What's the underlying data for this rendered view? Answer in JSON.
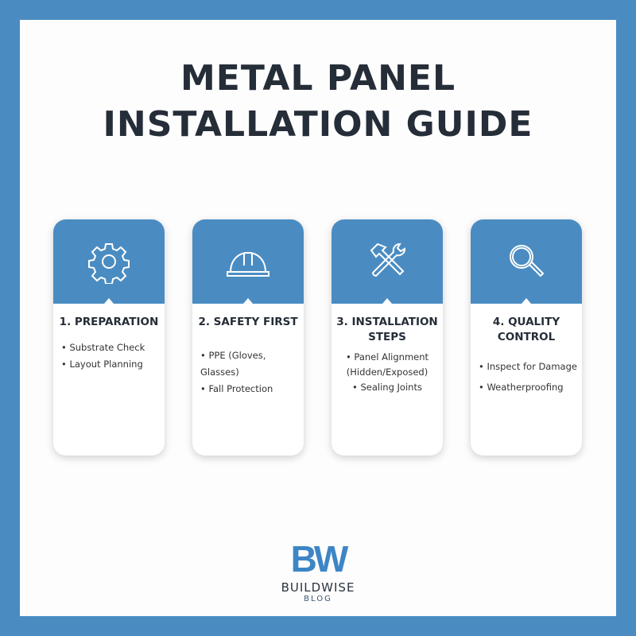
{
  "title": {
    "line1": "METAL PANEL",
    "line2": "INSTALLATION GUIDE"
  },
  "cards": [
    {
      "icon": "gear-icon",
      "heading": "1. PREPARATION",
      "items": [
        "Substrate Check",
        "Layout Planning"
      ]
    },
    {
      "icon": "hard-hat-icon",
      "heading": "2. SAFETY FIRST",
      "items": [
        "PPE (Gloves, Glasses)",
        "Fall Protection"
      ]
    },
    {
      "icon": "hammer-wrench-icon",
      "heading": "3. INSTALLATION STEPS",
      "items": [
        "Panel Alignment (Hidden/Exposed)",
        "Sealing Joints"
      ]
    },
    {
      "icon": "magnifier-icon",
      "heading": "4. QUALITY CONTROL",
      "items": [
        "Inspect for Damage",
        "Weatherproofing"
      ]
    }
  ],
  "logo": {
    "mark": "BW",
    "name": "BUILDWISE",
    "sub": "BLOG"
  },
  "colors": {
    "accent": "#4a8cc2",
    "text": "#252d38"
  }
}
